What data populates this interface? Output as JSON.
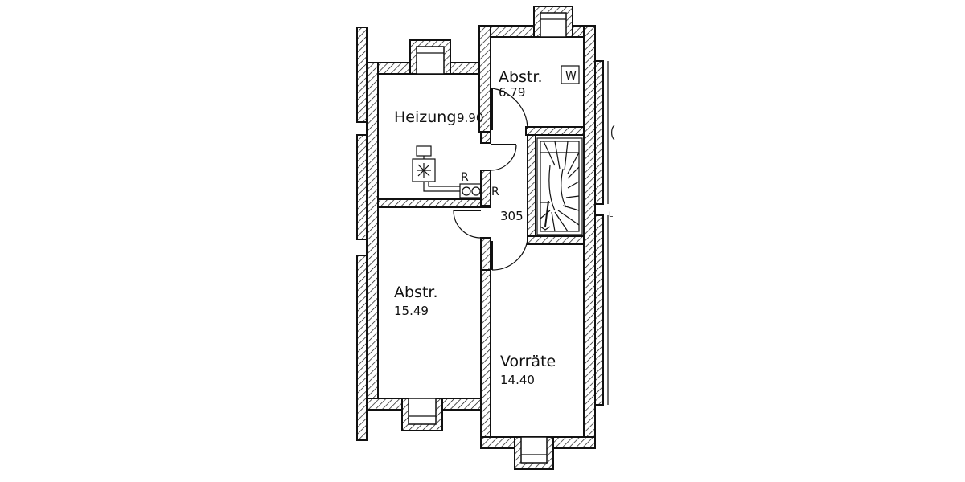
{
  "rooms": {
    "heizung": {
      "name": "Heizung",
      "area": "9.90"
    },
    "abstr_small": {
      "name": "Abstr.",
      "area": "6.79",
      "tag": "W"
    },
    "abstr_large": {
      "name": "Abstr.",
      "area": "15.49"
    },
    "vorraete": {
      "name": "Vorräte",
      "area": "14.40"
    },
    "stair_hall": {
      "number": "305"
    }
  },
  "symbols": {
    "riser_top": "R",
    "riser_side": "R",
    "edge_mark": "L"
  },
  "colors": {
    "line": "#111111",
    "background": "#ffffff"
  },
  "icons": [
    "boiler-icon",
    "pipe-connection-icon",
    "stair-icon",
    "door-swing-icon"
  ]
}
